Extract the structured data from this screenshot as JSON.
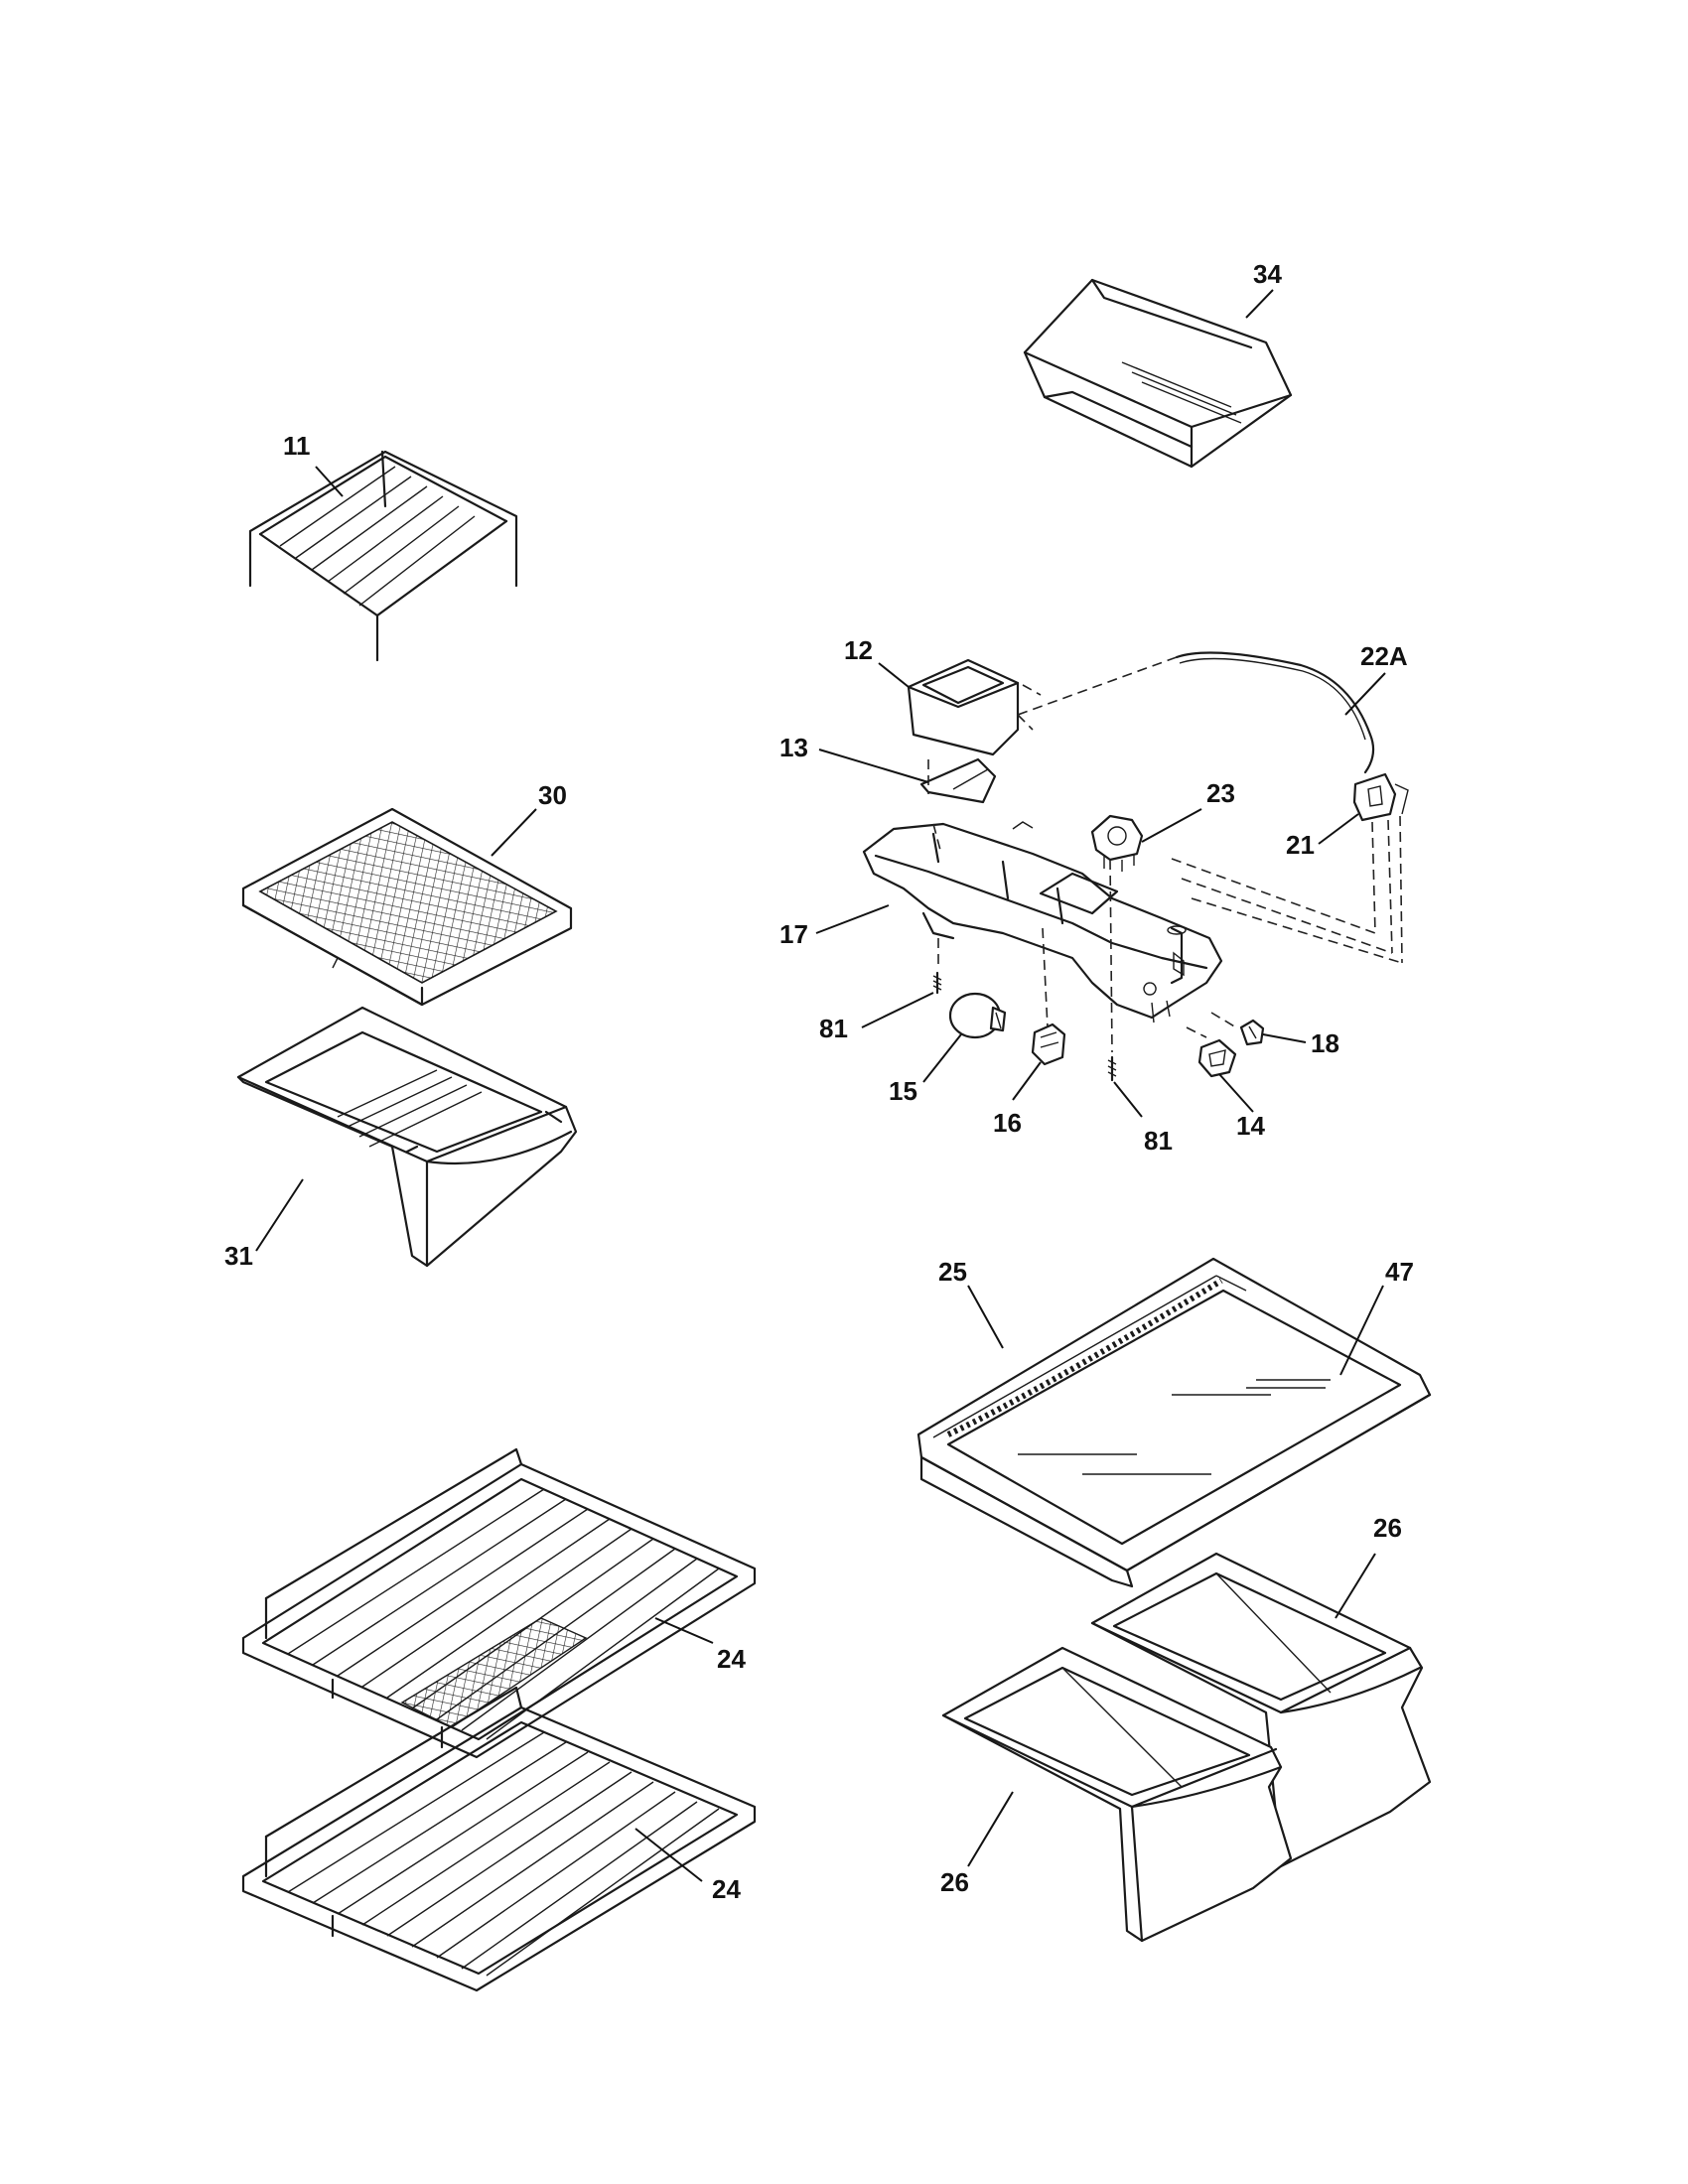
{
  "labels": {
    "p34": "34",
    "p11": "11",
    "p12": "12",
    "p22a": "22A",
    "p13": "13",
    "p23": "23",
    "p21": "21",
    "p30": "30",
    "p17": "17",
    "p81a": "81",
    "p18": "18",
    "p15": "15",
    "p16": "16",
    "p81b": "81",
    "p14": "14",
    "p31": "31",
    "p25": "25",
    "p47": "47",
    "p26a": "26",
    "p24a": "24",
    "p24b": "24",
    "p26b": "26"
  }
}
